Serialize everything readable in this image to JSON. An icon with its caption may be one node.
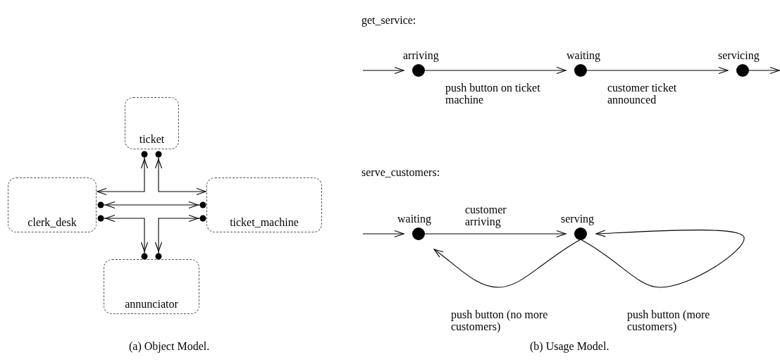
{
  "diagram": {
    "nodes": [
      {
        "text": [
          "ticket"
        ]
      },
      {
        "text": [
          "clerk_desk"
        ]
      },
      {
        "text": [
          "ticket_machine"
        ]
      },
      {
        "text": [
          "annunciator"
        ]
      },
      {
        "text": [
          "arriving"
        ]
      },
      {
        "text": [
          "waiting"
        ]
      },
      {
        "text": [
          "servicing"
        ]
      },
      {
        "text": [
          "waiting"
        ]
      },
      {
        "text": [
          "serving"
        ]
      }
    ],
    "edges": [
      {
        "from": 0,
        "to": 1,
        "arrow": "both"
      },
      {
        "from": 0,
        "to": 2,
        "arrow": "both"
      },
      {
        "from": 1,
        "to": 2,
        "arrow": "both"
      },
      {
        "from": 1,
        "to": 3,
        "arrow": "both"
      },
      {
        "from": 2,
        "to": 3,
        "arrow": "both"
      },
      {
        "from": null,
        "to": 4,
        "arrow": "to"
      },
      {
        "from": 4,
        "to": 5,
        "arrow": "to",
        "label": "push button on ticket machine"
      },
      {
        "from": 5,
        "to": 6,
        "arrow": "to",
        "label": "customer ticket announced"
      },
      {
        "from": 6,
        "to": null,
        "arrow": "to"
      },
      {
        "from": null,
        "to": 7,
        "arrow": "to"
      },
      {
        "from": 7,
        "to": 8,
        "arrow": "to",
        "label": "customer arriving"
      },
      {
        "from": 8,
        "to": 7,
        "arrow": "to",
        "label": "push button (no more customers)"
      },
      {
        "from": 8,
        "to": 8,
        "arrow": "to",
        "label": "push button (more customers)"
      }
    ],
    "labels": [
      "get_service:",
      "serve_customers:",
      "(a) Object Model.",
      "(b) Usage Model."
    ]
  }
}
